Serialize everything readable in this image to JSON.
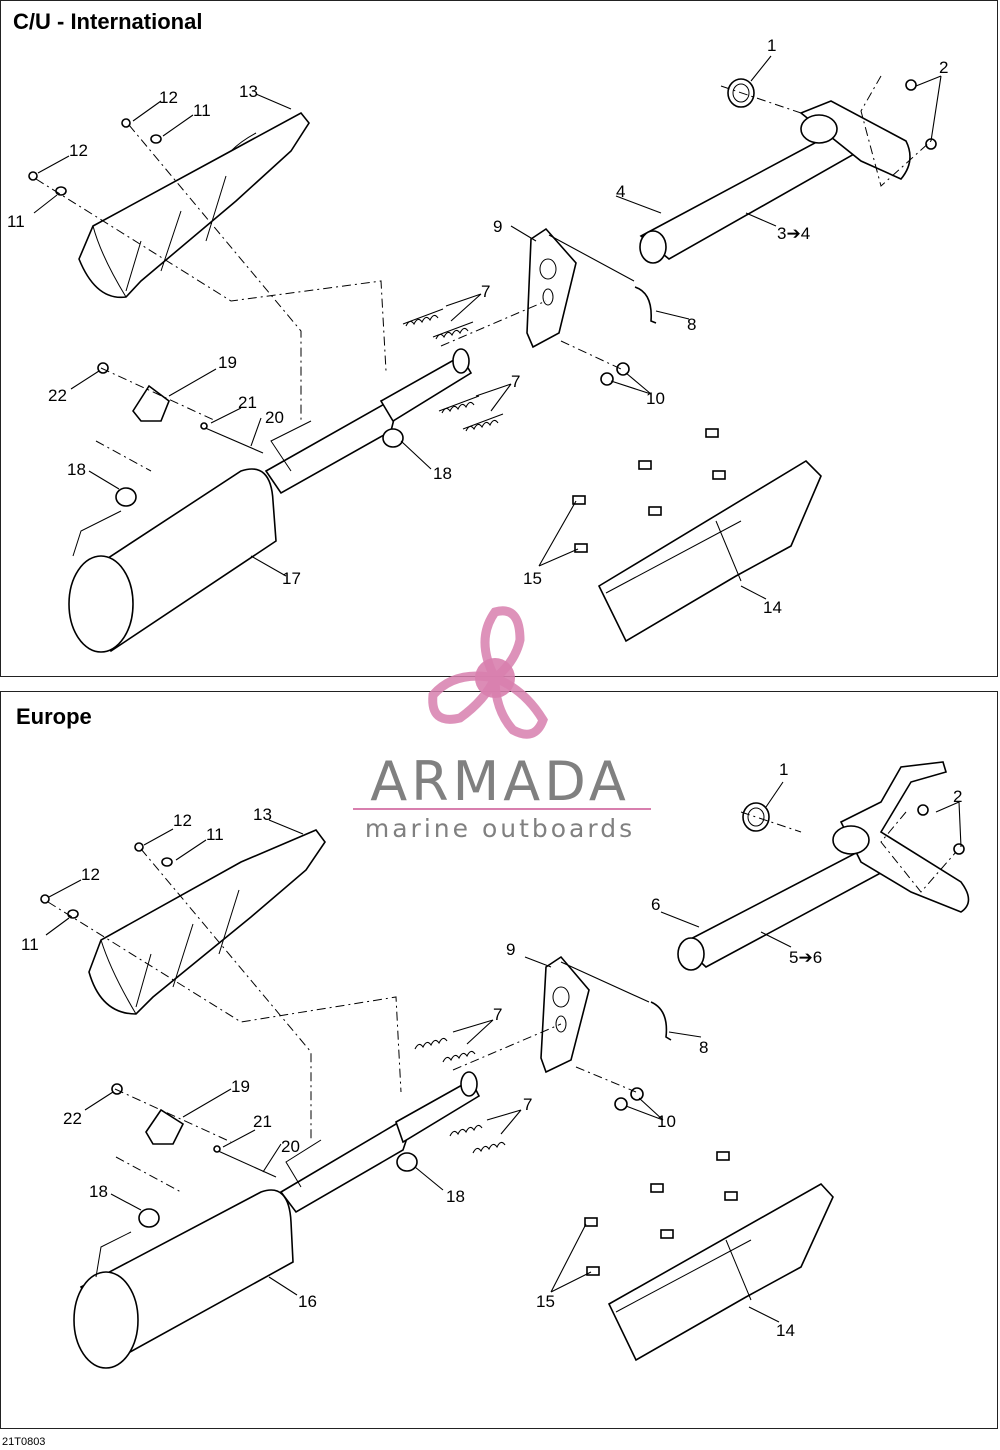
{
  "panels": {
    "top": {
      "title": "C/U - International",
      "callouts": {
        "c1": "1",
        "c2": "2",
        "c34": "3➔4",
        "c4": "4",
        "c7a": "7",
        "c7b": "7",
        "c8": "8",
        "c9": "9",
        "c10": "10",
        "c11a": "11",
        "c11b": "11",
        "c12a": "12",
        "c12b": "12",
        "c13": "13",
        "c14": "14",
        "c15": "15",
        "c17": "17",
        "c18a": "18",
        "c18b": "18",
        "c19": "19",
        "c20": "20",
        "c21": "21",
        "c22": "22"
      }
    },
    "bottom": {
      "title": "Europe",
      "callouts": {
        "c1": "1",
        "c2": "2",
        "c56": "5➔6",
        "c6": "6",
        "c7a": "7",
        "c7b": "7",
        "c8": "8",
        "c9": "9",
        "c10": "10",
        "c11a": "11",
        "c11b": "11",
        "c12a": "12",
        "c12b": "12",
        "c13": "13",
        "c14": "14",
        "c15": "15",
        "c16": "16",
        "c18a": "18",
        "c18b": "18",
        "c19": "19",
        "c20": "20",
        "c21": "21",
        "c22": "22"
      }
    }
  },
  "watermark": {
    "name": "ARMADA",
    "tagline": "marine outboards",
    "accent_color": "#d87fae",
    "text_color": "#808080"
  },
  "footer": {
    "code": "21T0803"
  }
}
